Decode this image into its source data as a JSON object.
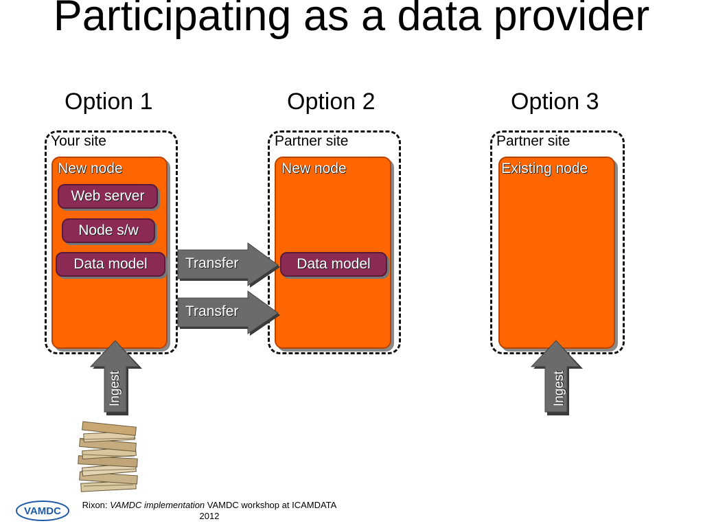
{
  "title": "Participating as a data provider",
  "options": [
    {
      "label": "Option 1"
    },
    {
      "label": "Option 2"
    },
    {
      "label": "Option 3"
    }
  ],
  "option1": {
    "site_label": "Your site",
    "node_label": "New node",
    "web_server": "Web server",
    "node_sw": "Node s/w",
    "data_model": "Data model"
  },
  "option2": {
    "site_label": "Partner site",
    "node_label": "New node",
    "data_model": "Data model"
  },
  "option3": {
    "site_label": "Partner site",
    "node_label": "Existing node"
  },
  "arrows": {
    "transfer_1": "Transfer",
    "transfer_2": "Transfer",
    "ingest_left": "Ingest",
    "ingest_right": "Ingest"
  },
  "footer": {
    "author": "Rixon:",
    "title_italic": "VAMDC implementation",
    "rest": "VAMDC workshop at ICAMDATA",
    "year": "2012"
  },
  "logo_text": "VAMDC",
  "colors": {
    "node_orange": "#ff6600",
    "pill_purple": "#8a2a55",
    "arrow_grey": "#6b6b6b"
  }
}
